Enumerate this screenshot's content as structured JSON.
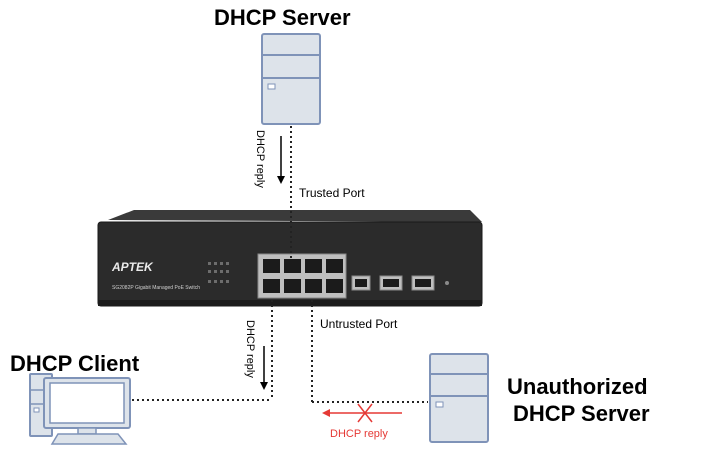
{
  "nodes": {
    "dhcp_server": "DHCP Server",
    "dhcp_client": "DHCP Client",
    "unauthorized_server_line1": "Unauthorized",
    "unauthorized_server_line2": "DHCP Server"
  },
  "ports": {
    "trusted": "Trusted Port",
    "untrusted": "Untrusted Port"
  },
  "flows": {
    "reply_server": "DHCP reply",
    "reply_client": "DHCP reply",
    "reply_blocked": "DHCP reply"
  },
  "switch": {
    "brand": "APTEK",
    "model": "SG2082P Gigabit Managed PoE Switch"
  },
  "colors": {
    "server_fill": "#dde3ea",
    "server_stroke": "#7f93b8",
    "switch_body": "#2b2b2b",
    "blocked": "#e53935"
  }
}
